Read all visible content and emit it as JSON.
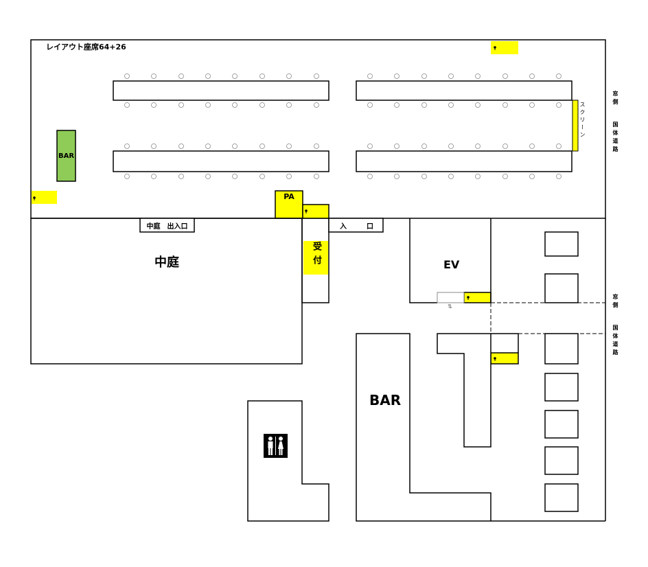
{
  "title": "レイアウト座席64+26",
  "labels": {
    "bar_small": "BAR",
    "pa": "PA",
    "screen": "スクリーン",
    "window_side": "窓側",
    "kokutai_road": "国体道路",
    "courtyard_entrance": "中庭　出入口",
    "courtyard": "中庭",
    "entrance_left": "入",
    "entrance_right": "口",
    "reception": "受付",
    "ev": "EV",
    "bar_big": "BAR",
    "ev_arrow": "⇅"
  },
  "icons": {
    "outlet": "outlet-icon",
    "restroom": "restroom-icon"
  },
  "colors": {
    "yellow": "#ffff00",
    "bar_green": "#8fcc57",
    "line": "#000000",
    "chair": "#888888"
  }
}
